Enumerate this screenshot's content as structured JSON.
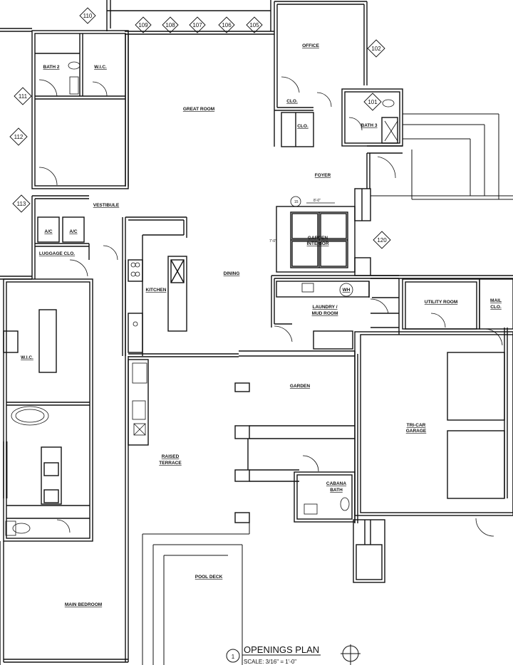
{
  "rooms": {
    "bath2": "BATH 2",
    "wic_upper": "W.I.C.",
    "vestibule": "VESTIBULE",
    "ac1": "A/C",
    "ac2": "A/C",
    "luggage": "LUGGAGE CLO.",
    "great_room": "GREAT ROOM",
    "office": "OFFICE",
    "clo1": "CLO.",
    "clo2": "CLO.",
    "bath3": "BATH 3",
    "foyer": "FOYER",
    "garden_interior_1": "GARDEN",
    "garden_interior_2": "INTERIOR",
    "dining": "DINING",
    "kitchen": "KITCHEN",
    "laundry_1": "LAUNDRY /",
    "laundry_2": "MUD ROOM",
    "utility": "UTILITY ROOM",
    "mail_1": "MAIL",
    "mail_2": "CLO.",
    "wic_master": "W.I.C.",
    "garden": "GARDEN",
    "garage_1": "TRI-CAR",
    "garage_2": "GARAGE",
    "raised_1": "RAISED",
    "raised_2": "TERRACE",
    "cabana_1": "CABANA",
    "cabana_2": "BATH",
    "pool_deck": "POOL DECK",
    "main_bedroom": "MAIN BEDROOM",
    "wh": "WH"
  },
  "tags": {
    "t110": "110",
    "t109": "109",
    "t108": "108",
    "t107": "107",
    "t106": "106",
    "t105": "105",
    "t102": "102",
    "t101": "101",
    "t111": "111",
    "t112": "112",
    "t113": "113",
    "t120": "120",
    "t15": "15"
  },
  "dimensions": {
    "d1": "8'-0\"",
    "d2": "7'-0\""
  },
  "title": {
    "number": "1",
    "name": "OPENINGS PLAN",
    "scale": "SCALE: 3/16\" = 1'-0\""
  },
  "colors": {
    "line": "#111111",
    "wall_fill": "#ffffff"
  }
}
